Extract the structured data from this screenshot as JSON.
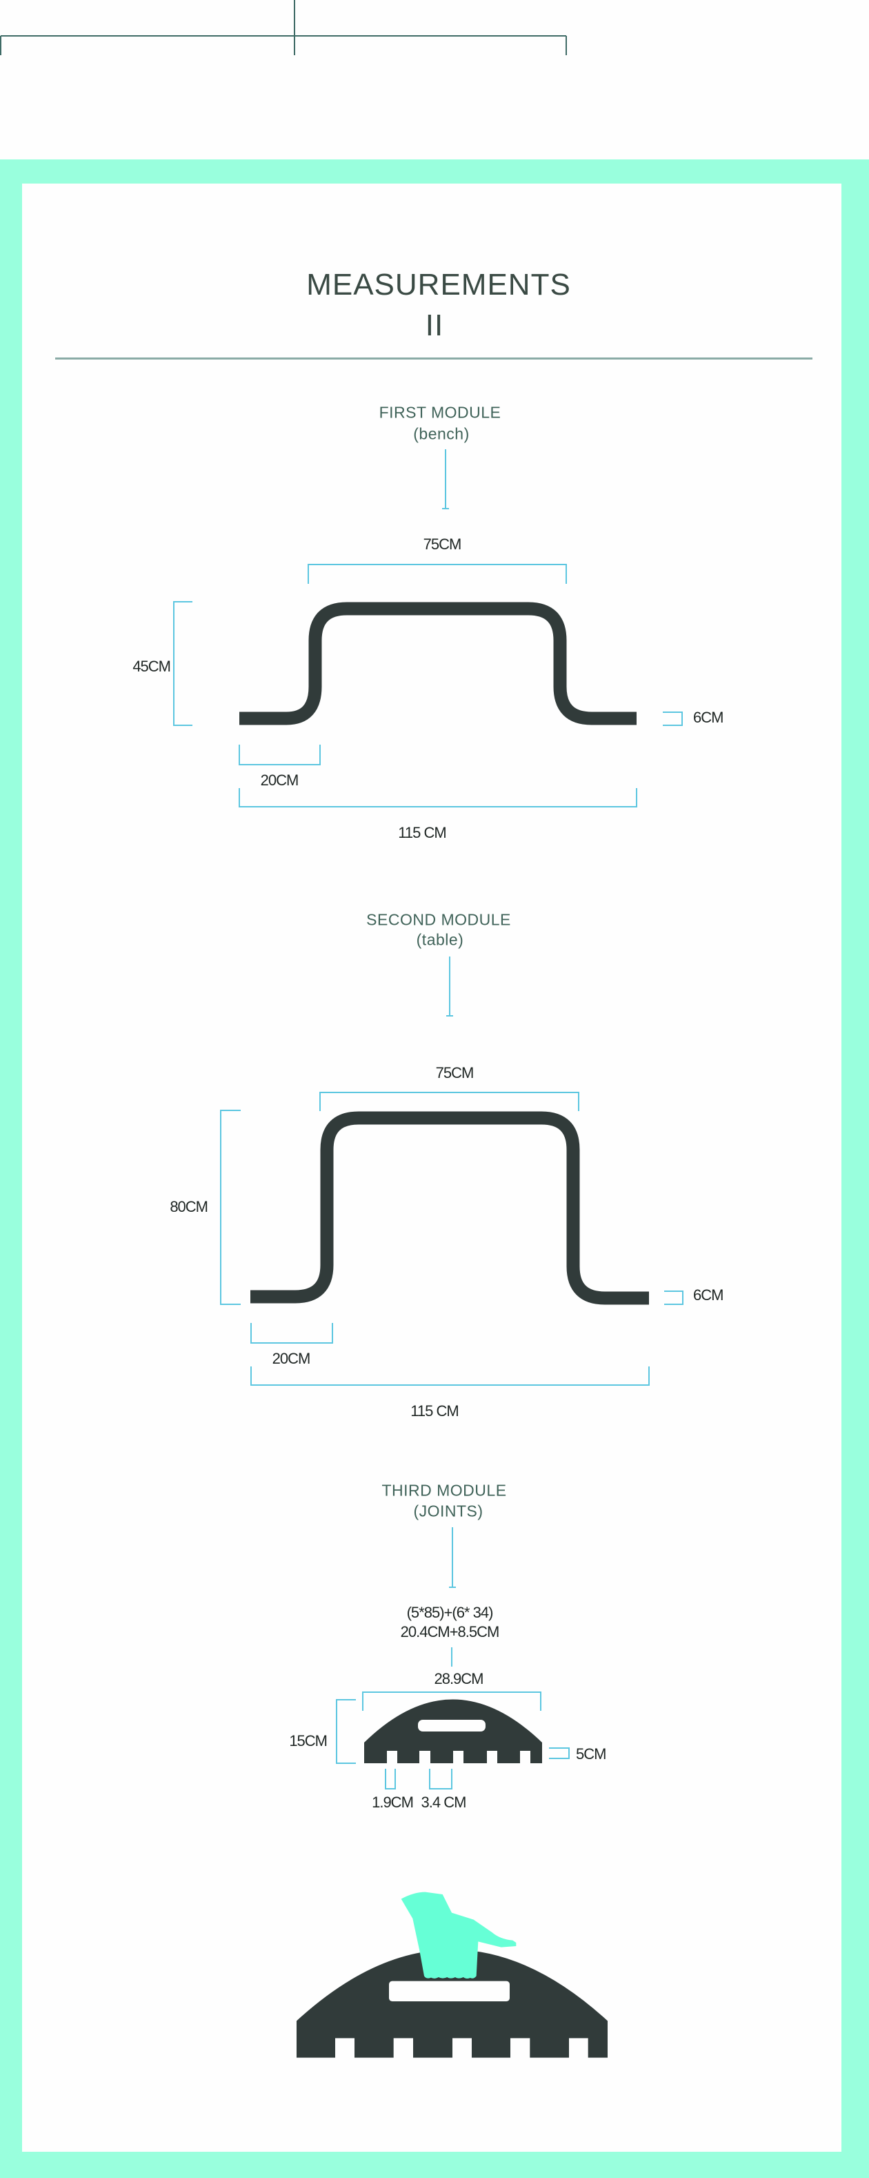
{
  "title": "MEASUREMENTS",
  "subtitle": "II",
  "colors": {
    "frame": "#99ffdd",
    "shape": "#313b3a",
    "dimension_line": "#5cc6e0",
    "hand": "#66ffd6"
  },
  "first_module": {
    "title": "FIRST MODULE",
    "subtitle": "(bench)",
    "width_top": "75CM",
    "height": "45CM",
    "thickness": "6CM",
    "foot": "20CM",
    "total": "115 CM"
  },
  "second_module": {
    "title": "SECOND MODULE",
    "subtitle": "(table)",
    "width_top": "75CM",
    "height": "80CM",
    "thickness": "6CM",
    "foot": "20CM",
    "total": "115 CM"
  },
  "third_module": {
    "title": "THIRD MODULE",
    "subtitle": "(JOINTS)",
    "formula": "(5*85)+(6* 34)",
    "formula_result": "20.4CM+8.5CM",
    "width": "28.9CM",
    "height": "15CM",
    "notch_depth": "5CM",
    "notch_width": "1.9CM",
    "tooth_width": "3.4 CM"
  }
}
